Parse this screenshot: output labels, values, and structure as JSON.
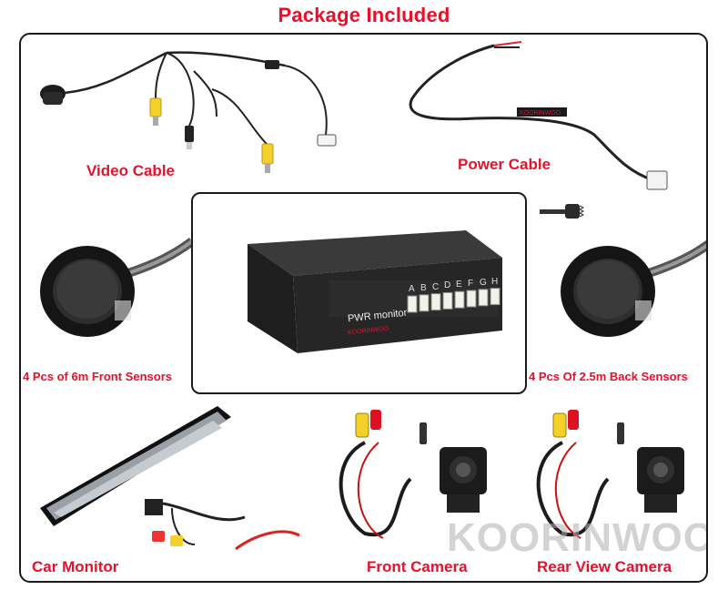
{
  "title": "Package Included",
  "watermark": "KOORINWOO",
  "items": {
    "video_cable": "Video Cable",
    "power_cable": "Power Cable",
    "front_sensors": "4 Pcs of 6m Front Sensors",
    "back_sensors": "4 Pcs Of 2.5m Back Sensors",
    "car_monitor": "Car Monitor",
    "front_camera": "Front Camera",
    "rear_camera": "Rear View Camera"
  },
  "control_box": {
    "pwr_label": "PWR monitor",
    "ports": [
      "A",
      "B",
      "C",
      "D",
      "E",
      "F",
      "G",
      "H"
    ],
    "brand": "KOORINWOO"
  },
  "power_cable_brand": "KOORINWOO",
  "colors": {
    "label_red": "#e8102a",
    "cable_black": "#222222",
    "rca_yellow": "#f2d22a"
  }
}
